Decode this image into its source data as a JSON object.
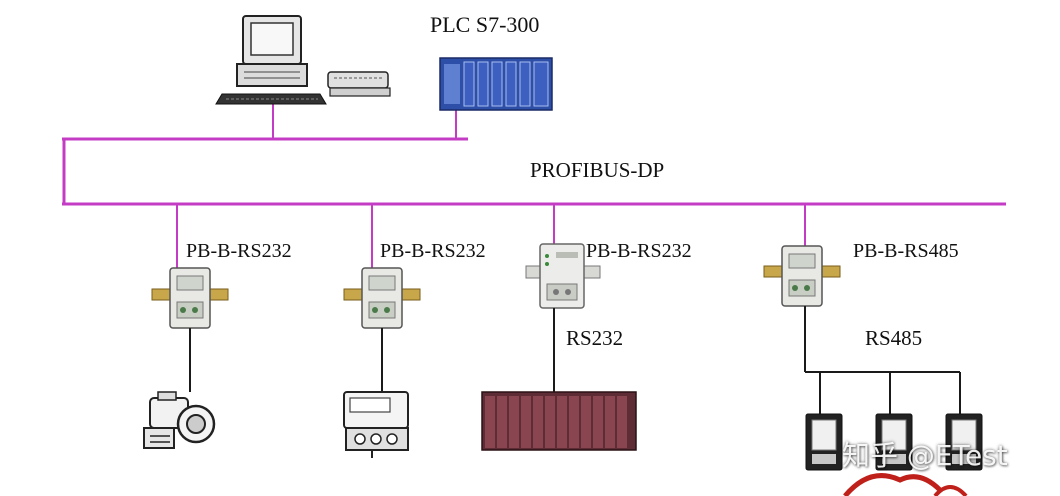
{
  "diagram": {
    "plc_label": "PLC S7-300",
    "bus_label": "PROFIBUS-DP",
    "modules": [
      {
        "label": "PB-B-RS232"
      },
      {
        "label": "PB-B-RS232"
      },
      {
        "label": "PB-B-RS232"
      },
      {
        "label": "PB-B-RS485"
      }
    ],
    "rs232_label": "RS232",
    "rs485_label": "RS485",
    "watermark": "知乎 @ETest",
    "colors": {
      "bus_line": "#c43cc4",
      "plc_module": "#2e4fa8",
      "cable": "#1a1a1a",
      "connector": "#c8a64a",
      "io_rack": "#7a3b45"
    }
  }
}
